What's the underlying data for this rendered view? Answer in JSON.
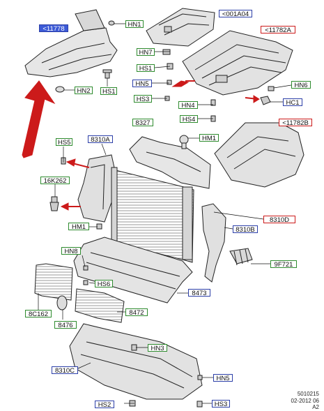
{
  "labels": {
    "p11778": "<11778",
    "hn1_top": "HN1",
    "p001a04": "<001A04",
    "p11782a": "<11782A",
    "hn7": "HN7",
    "hs1_top": "HS1",
    "hs1_left": "HS1",
    "hn2": "HN2",
    "hn5_top": "HN5",
    "hn6": "HN6",
    "hs3_top": "HS3",
    "hn4": "HN4",
    "hc1": "HC1",
    "hs4": "HS4",
    "p8327": "8327",
    "hm1_top": "HM1",
    "p11782b": "<11782B",
    "hs5": "HS5",
    "p8310a": "8310A",
    "p16k262": "16K262",
    "p8310d": "8310D",
    "p8310b": "8310B",
    "hm1_mid": "HM1",
    "hn8": "HN8",
    "p9f721": "9F721",
    "hs6": "HS6",
    "p8473": "8473",
    "p8c162": "8C162",
    "p8472": "8472",
    "p8476": "8476",
    "hn3": "HN3",
    "p8310c": "8310C",
    "hn5_bottom": "HN5",
    "hs2": "HS2",
    "hs3_bottom": "HS3"
  },
  "footer": {
    "code": "5010215",
    "date": "02-2012 06",
    "rev": "A2"
  }
}
